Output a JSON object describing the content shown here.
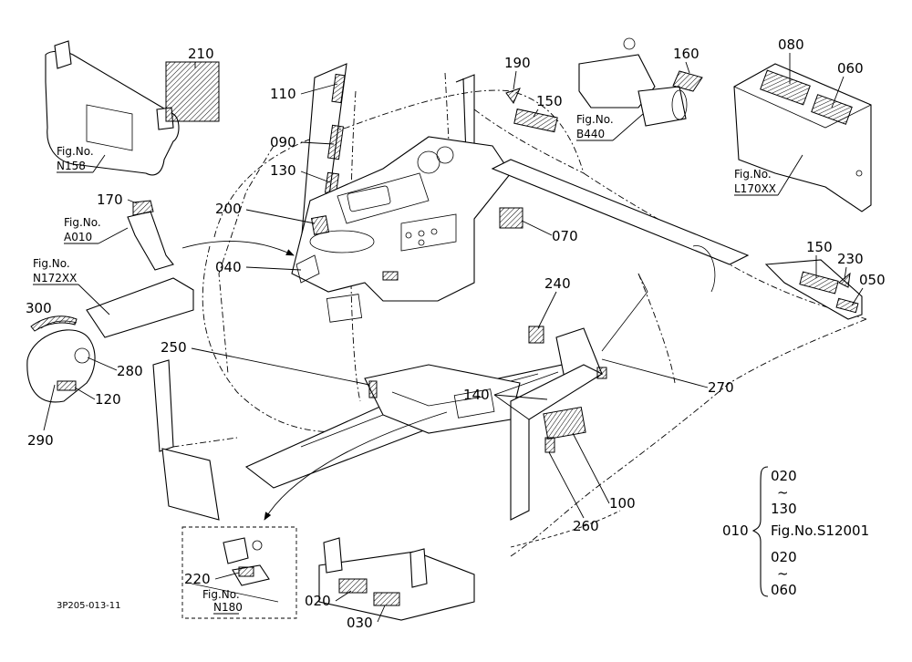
{
  "callouts": {
    "c210": "210",
    "c110": "110",
    "c090": "090",
    "c130": "130",
    "c170": "170",
    "c200": "200",
    "c040": "040",
    "c300": "300",
    "c280": "280",
    "c120": "120",
    "c290": "290",
    "c250": "250",
    "c190": "190",
    "c150a": "150",
    "c160": "160",
    "c080": "080",
    "c060": "060",
    "c070": "070",
    "c240": "240",
    "c140": "140",
    "c270": "270",
    "c150b": "150",
    "c230": "230",
    "c050": "050",
    "c100": "100",
    "c260": "260",
    "c220": "220",
    "c020": "020",
    "c030": "030"
  },
  "fig_refs": {
    "n158": {
      "label": "Fig.No.",
      "code": "N158"
    },
    "a010": {
      "label": "Fig.No.",
      "code": "A010"
    },
    "n172xx": {
      "label": "Fig.No.",
      "code": "N172XX"
    },
    "b440": {
      "label": "Fig.No.",
      "code": "B440"
    },
    "l170xx": {
      "label": "Fig.No.",
      "code": "L170XX"
    },
    "n180": {
      "label": "Fig.No.",
      "code": "N180"
    }
  },
  "side_list": {
    "top_start": "020",
    "tilde_1": "~",
    "top_end": "130",
    "group_code": "010",
    "group_fig": "Fig.No.S12001",
    "bottom_start": "020",
    "tilde_2": "~",
    "bottom_end": "060"
  },
  "drawing_code": "3P205-013-11"
}
